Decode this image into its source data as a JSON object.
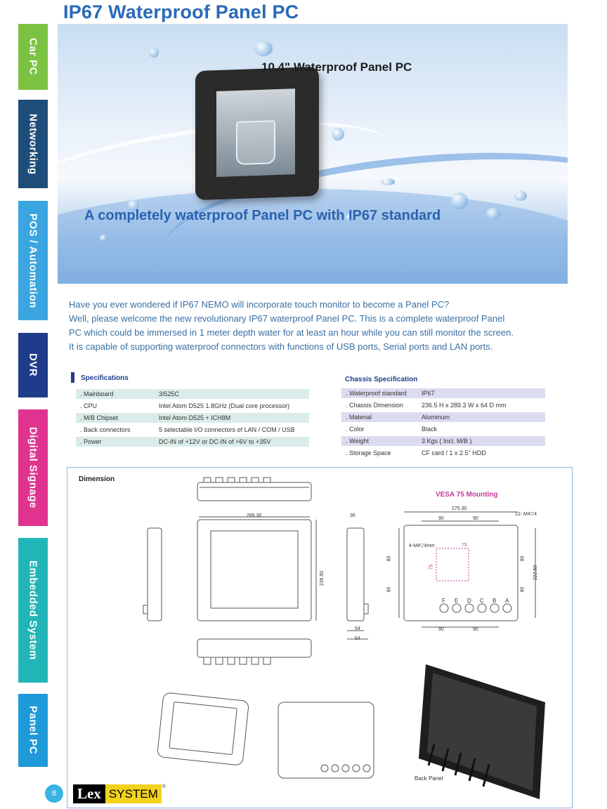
{
  "page_title": "IP67 Waterproof Panel PC",
  "side_tabs": [
    {
      "label": "Car PC",
      "color": "#7cc242"
    },
    {
      "label": "Networking",
      "color": "#1e4d7a"
    },
    {
      "label": "POS / Automation",
      "color": "#3aa5e0"
    },
    {
      "label": "DVR",
      "color": "#1f3c8a"
    },
    {
      "label": "Digital Signage",
      "color": "#e0338f"
    },
    {
      "label": "Embedded System",
      "color": "#21b5b8"
    },
    {
      "label": "Panel PC",
      "color": "#1e9ad9"
    }
  ],
  "hero": {
    "caption": "10.4\" Waterproof Panel PC",
    "tagline": "A completely waterproof Panel PC with IP67 standard"
  },
  "intro_lines": [
    "Have you ever wondered if IP67 NEMO will incorporate touch monitor to become a Panel PC?",
    "Well, please welcome the new revolutionary IP67 waterproof Panel PC. This is a complete waterproof Panel",
    "PC which could be immersed in 1 meter depth water for at least an hour while you can still monitor the screen.",
    "It is capable of supporting waterproof connectors with functions of USB ports, Serial ports and LAN ports."
  ],
  "specifications": {
    "heading": "Specifications",
    "rows": [
      {
        "key": ". Mainboard",
        "value": "3I525C"
      },
      {
        "key": ". CPU",
        "value": "Intel Atom D525 1.8GHz (Dual core processor)"
      },
      {
        "key": ". M/B Chipset",
        "value": "Intel Atom D525 + ICH8M"
      },
      {
        "key": ". Back connectors",
        "value": "5 selectable I/O connectors of LAN / COM / USB"
      },
      {
        "key": ". Power",
        "value": "DC-IN of +12V or DC-IN of +6V to +35V"
      }
    ]
  },
  "chassis": {
    "heading": "Chassis Specification",
    "rows": [
      {
        "key": ". Waterproof standard",
        "value": "IP67"
      },
      {
        "key": ". Chassis Dimension",
        "value": "236.5 H x 289.3 W x 64 D mm"
      },
      {
        "key": ". Material",
        "value": "Aluminum"
      },
      {
        "key": ". Color",
        "value": "Black"
      },
      {
        "key": ". Weight",
        "value": "3 Kgs ( Incl. M/B )"
      },
      {
        "key": ". Storage Space",
        "value": "CF card / 1 x 2.5\" HDD"
      }
    ]
  },
  "dimension": {
    "title": "Dimension",
    "vesa_title": "VESA 75 Mounting",
    "labels": {
      "width": "289.30",
      "height": "236.50",
      "depth_top": "36",
      "depth_a": "54",
      "depth_b": "64",
      "vesa_width": "275.30",
      "vesa_90a": "90",
      "vesa_90b": "90",
      "vesa_screw": "12- M4▽4",
      "vesa_hole": "4-M4▽4mm",
      "vesa_75h": "75",
      "vesa_75v": "75",
      "vesa_80a": "80",
      "vesa_80b": "80",
      "vesa_80c": "80",
      "vesa_80d": "80",
      "vesa_height": "222.50",
      "vesa_90c": "90",
      "vesa_90d": "90",
      "ports": [
        "F",
        "E",
        "D",
        "C",
        "B",
        "A"
      ]
    },
    "back_panel_label": "Back Panel"
  },
  "footer": {
    "page_number": "8",
    "logo_lex": "Lex",
    "logo_system": "SYSTEM",
    "registered": "®"
  }
}
